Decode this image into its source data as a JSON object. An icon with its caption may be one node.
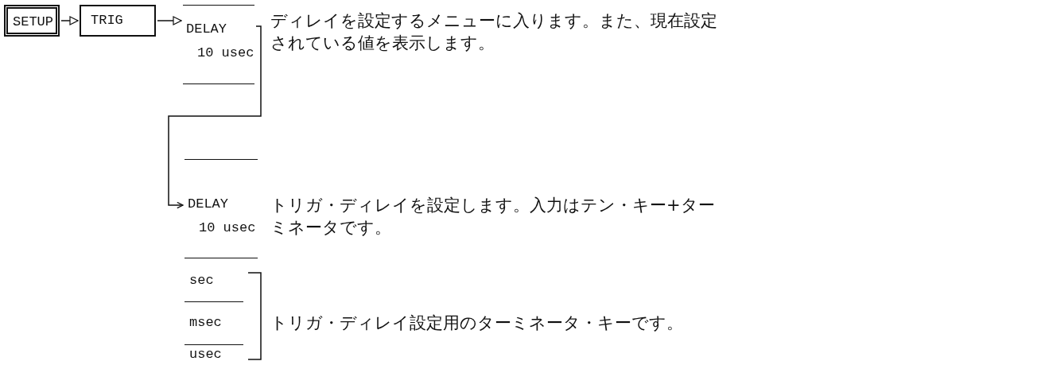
{
  "diagram": {
    "nodes": [
      {
        "text": [
          "SETUP"
        ]
      },
      {
        "text": [
          "TRIG"
        ]
      },
      {
        "text": [
          "DELAY",
          "10 usec"
        ],
        "beside": [
          "ディレイを設定するメニューに入ります。また、現在設定されている値を表示します。"
        ]
      },
      {
        "text": [
          "DELAY",
          "10 usec"
        ],
        "beside": [
          "トリガ・ディレイを設定します。入力はテン・キー+ターミネータです。"
        ]
      },
      {
        "text": [
          "sec"
        ]
      },
      {
        "text": [
          "msec"
        ]
      },
      {
        "text": [
          "usec"
        ]
      }
    ],
    "edges": [
      {
        "from": 0,
        "to": 1,
        "arrow": "to"
      },
      {
        "from": 1,
        "to": 2,
        "arrow": "to"
      },
      {
        "from": 2,
        "to": 3,
        "arrow": "to"
      }
    ],
    "labels": [
      "トリガ・ディレイ設定用のターミネータ・キーです。"
    ]
  }
}
